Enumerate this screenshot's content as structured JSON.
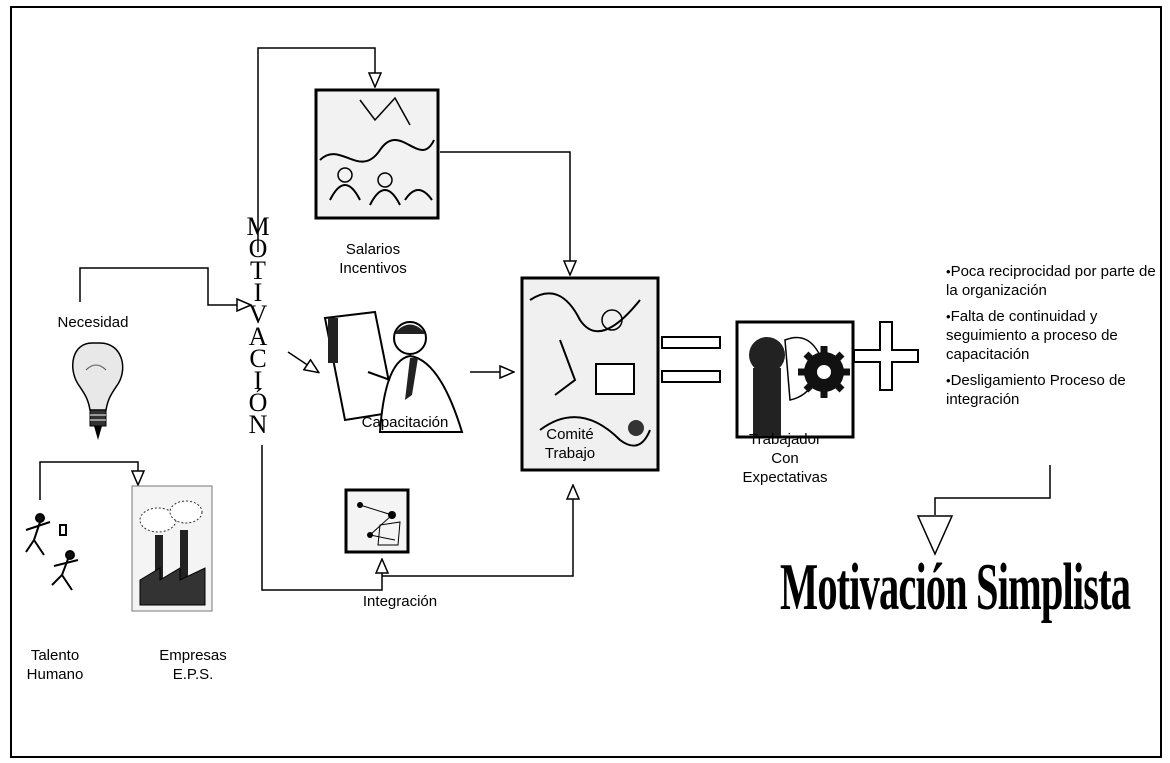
{
  "vertical_word": [
    "M",
    "O",
    "T",
    "I",
    "V",
    "A",
    "C",
    "I",
    "Ó",
    "N"
  ],
  "labels": {
    "necesidad": "Necesidad",
    "salarios": "Salarios\nIncentivos",
    "capacitacion": "Capacitación",
    "integracion": "Integración",
    "comite": "Comité\nTrabajo",
    "trabajador": "Trabajador\nCon\nExpectativas",
    "talento": "Talento\nHumano",
    "empresas": "Empresas\nE.P.S."
  },
  "bullets": [
    "Poca reciprocidad por parte de la organización",
    "Falta de continuidad y seguimiento a proceso de capacitación",
    "Desligamiento Proceso de integración"
  ],
  "result_title": "Motivación Simplista",
  "icons": [
    "lightbulb-icon",
    "running-people-icon",
    "factory-icon",
    "crowd-icon",
    "presenter-icon",
    "network-icon",
    "collage-icon",
    "worker-gear-icon"
  ]
}
